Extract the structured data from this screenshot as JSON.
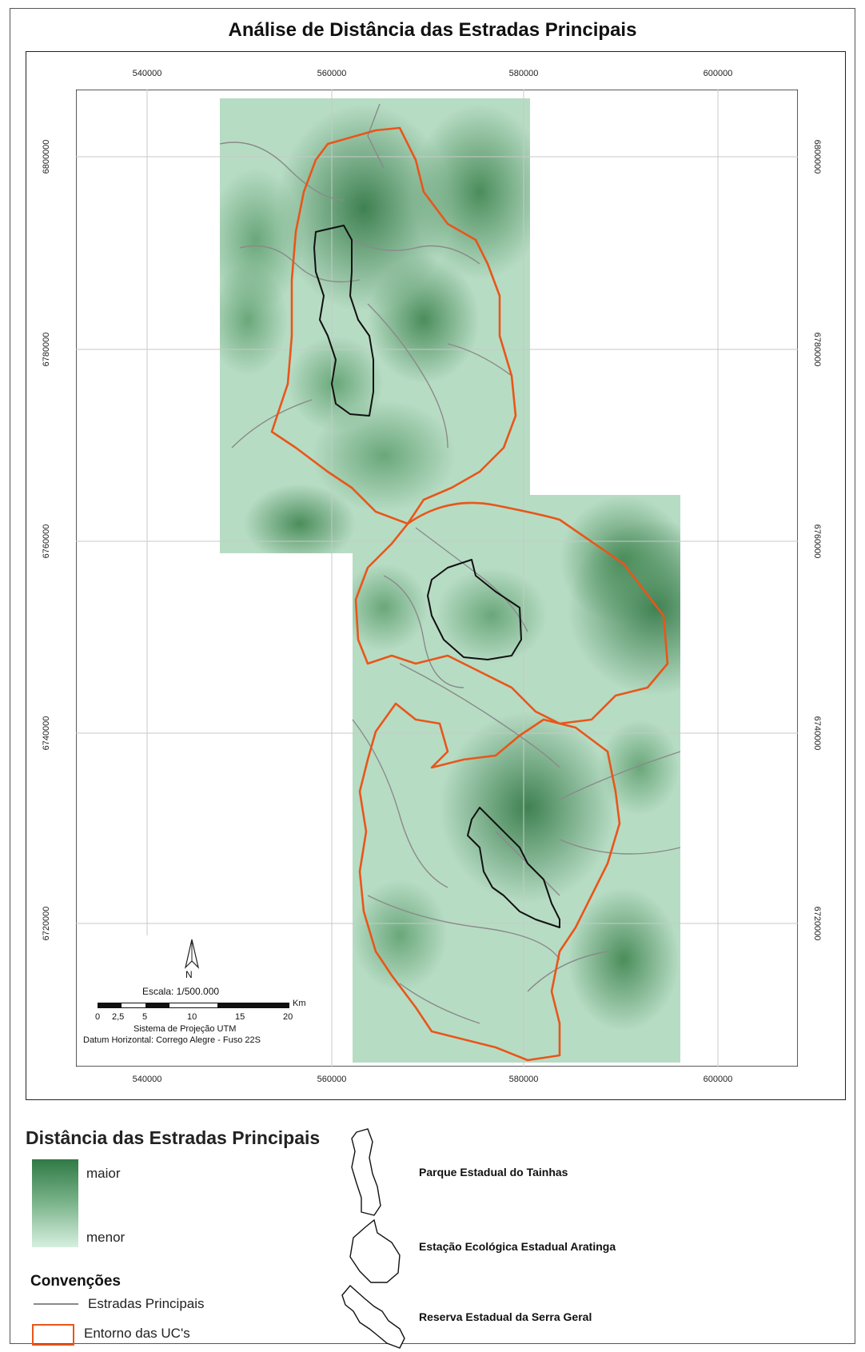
{
  "title": "Análise de Distância das Estradas Principais",
  "coordinates": {
    "x_ticks": [
      "540000",
      "560000",
      "580000",
      "600000"
    ],
    "y_ticks": [
      "6800000",
      "6780000",
      "6760000",
      "6740000",
      "6720000"
    ]
  },
  "north_arrow": {
    "label": "N",
    "icon": "north-arrow-icon"
  },
  "scale_bar": {
    "scale_text": "Escala: 1/500.000",
    "unit": "Km",
    "labels": [
      "0",
      "2,5",
      "5",
      "10",
      "15",
      "20"
    ],
    "projection": "Sistema de Projeção UTM",
    "datum": "Datum Horizontal: Corrego Alegre - Fuso 22S"
  },
  "legend": {
    "title": "Distância das Estradas Principais",
    "ramp_high": "maior",
    "ramp_low": "menor",
    "conventions_title": "Convenções",
    "roads_label": "Estradas Principais",
    "buffer_label": "Entorno das UC's",
    "units": [
      {
        "name": "Parque Estadual do Tainhas",
        "icon": "tainhas-outline-icon"
      },
      {
        "name": "Estação Ecológica Estadual Aratinga",
        "icon": "aratinga-outline-icon"
      },
      {
        "name": "Reserva Estadual da Serra Geral",
        "icon": "serra-geral-outline-icon"
      }
    ]
  },
  "colors": {
    "distance_high": "#2f7a45",
    "distance_low": "#d7efe0",
    "roads": "#8a8a8a",
    "buffer_outline": "#e8561a",
    "unit_outline": "#111111",
    "graticule": "#c8c8c8"
  }
}
